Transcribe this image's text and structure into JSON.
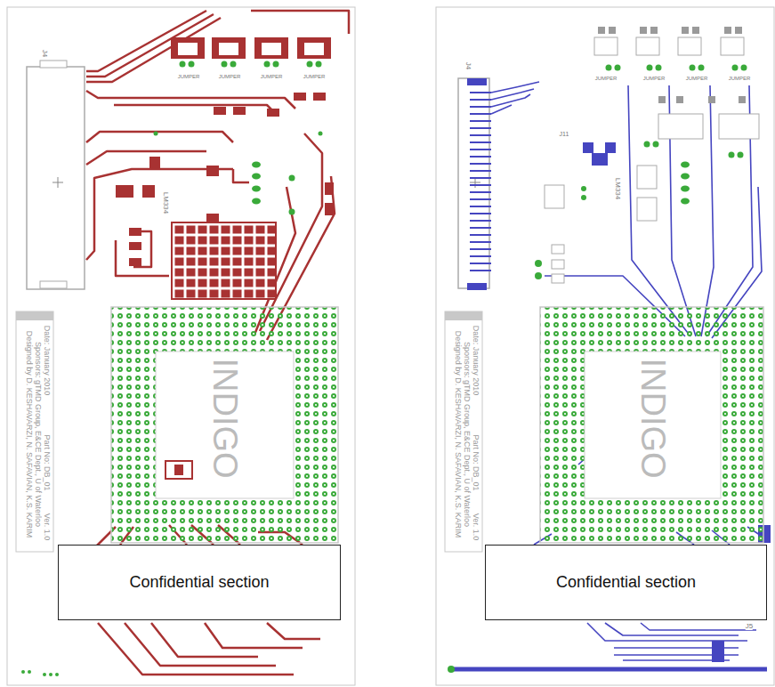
{
  "diagram": {
    "nodes": [
      {
        "text": [
          "Confidential section"
        ]
      },
      {
        "text": [
          "Confidential section"
        ]
      }
    ],
    "labels": [
      "J4",
      "JUMPER",
      "JUMPER",
      "JUMPER",
      "JUMPER",
      "LM334",
      "INDIGO",
      "Designed by D. KESHAVARZI, N. SAFAVIAN, K.S. KARIM",
      "Sponsors: gTMD Group, E&CE Dept., U of Waterloo",
      "Date: January 2010",
      "Part No: DB_01",
      "Ver. 1.0",
      "J4",
      "JUMPER",
      "JUMPER",
      "JUMPER",
      "JUMPER",
      "LM334",
      "J11",
      "INDIGO",
      "Designed by D. KESHAVARZI, N. SAFAVIAN, K.S. KARIM",
      "Sponsors: gTMD Group, E&CE Dept., U of Waterloo",
      "Date: January 2010",
      "Part No: DB_01",
      "Ver. 1.0",
      "J5"
    ]
  }
}
